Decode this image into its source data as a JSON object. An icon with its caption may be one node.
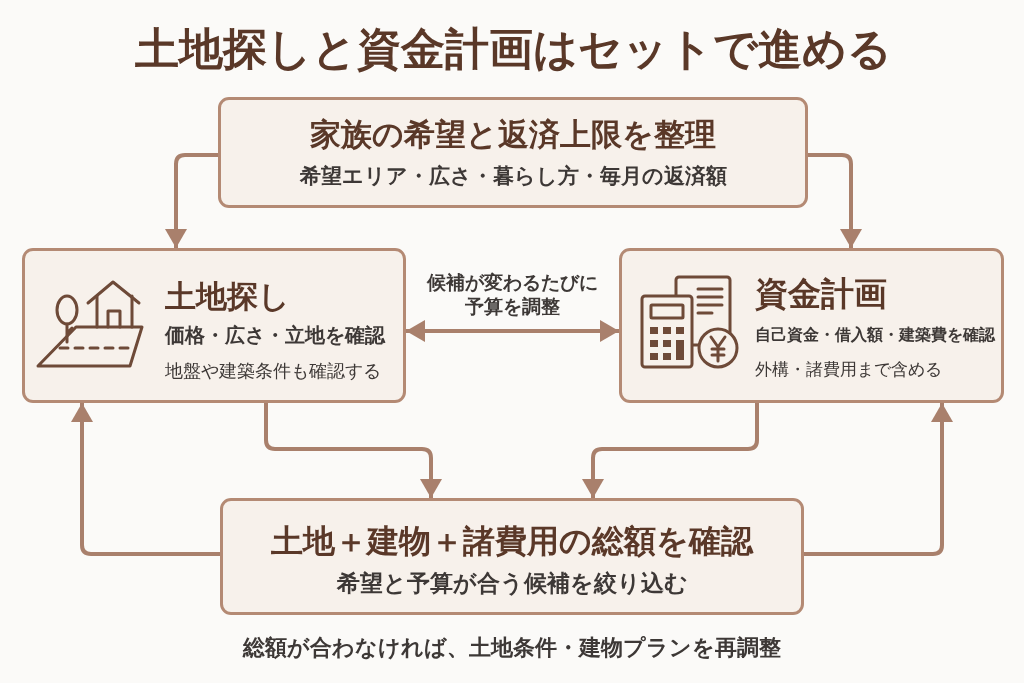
{
  "diagram": {
    "title": "土地探しと資金計画はセットで進める",
    "nodes": [
      {
        "text": [
          "家族の希望と返済上限を整理",
          "希望エリア・広さ・暮らし方・毎月の返済額"
        ]
      },
      {
        "text": [
          "土地探し",
          "価格・広さ・立地を確認",
          "地盤や建築条件も確認する"
        ]
      },
      {
        "text": [
          "資金計画",
          "自己資金・借入額・建築費を確認",
          "外構・諸費用まで含める"
        ]
      },
      {
        "text": [
          "土地＋建物＋諸費用の総額を確認",
          "希望と予算が合う候補を絞り込む"
        ]
      }
    ],
    "edges": [
      {
        "from": 0,
        "to": 1,
        "arrow": "to"
      },
      {
        "from": 0,
        "to": 2,
        "arrow": "to"
      },
      {
        "from": 1,
        "to": 2,
        "arrow": "both",
        "label": "候補が変わるたびに予算を調整"
      },
      {
        "from": 1,
        "to": 3,
        "arrow": "to"
      },
      {
        "from": 2,
        "to": 3,
        "arrow": "to"
      },
      {
        "from": 3,
        "to": 1,
        "arrow": "to"
      },
      {
        "from": 3,
        "to": 2,
        "arrow": "to"
      }
    ],
    "labels": [
      "総額が合わなければ、土地条件・建物プランを再調整"
    ]
  }
}
